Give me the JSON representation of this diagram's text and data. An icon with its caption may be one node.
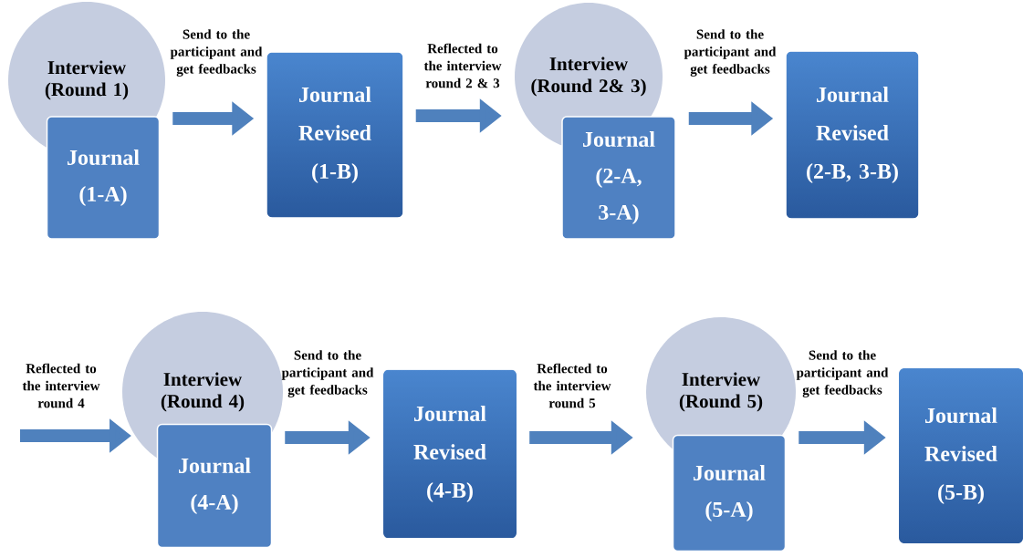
{
  "diagram": {
    "nodes": [
      {
        "text": [
          "Interview (Round 1)"
        ]
      },
      {
        "text": [
          "Journal (1-A)"
        ]
      },
      {
        "text": [
          "Journal Revised (1-B)"
        ]
      },
      {
        "text": [
          "Interview (Round 2& 3)"
        ]
      },
      {
        "text": [
          "Journal (2-A, 3-A)"
        ]
      },
      {
        "text": [
          "Journal Revised (2-B, 3-B)"
        ]
      },
      {
        "text": [
          "Interview (Round 4)"
        ]
      },
      {
        "text": [
          "Journal (4-A)"
        ]
      },
      {
        "text": [
          "Journal Revised (4-B)"
        ]
      },
      {
        "text": [
          "Interview (Round 5)"
        ]
      },
      {
        "text": [
          "Journal (5-A)"
        ]
      },
      {
        "text": [
          "Journal Revised (5-B)"
        ]
      }
    ],
    "edges": [
      {
        "from": 1,
        "to": 2,
        "arrow": "to",
        "label": "Send to the participant and get feedbacks"
      },
      {
        "from": 2,
        "to": 3,
        "arrow": "to",
        "label": "Reflected to the interview round 2 & 3"
      },
      {
        "from": 4,
        "to": 5,
        "arrow": "to",
        "label": "Send to the participant and get feedbacks"
      },
      {
        "from": null,
        "to": 6,
        "arrow": "to",
        "label": "Reflected to the interview round 4"
      },
      {
        "from": 7,
        "to": 8,
        "arrow": "to",
        "label": "Send to the participant and get feedbacks"
      },
      {
        "from": 8,
        "to": 9,
        "arrow": "to",
        "label": "Reflected to the interview round 5"
      },
      {
        "from": 10,
        "to": 11,
        "arrow": "to",
        "label": "Send to the participant and get feedbacks"
      }
    ]
  }
}
